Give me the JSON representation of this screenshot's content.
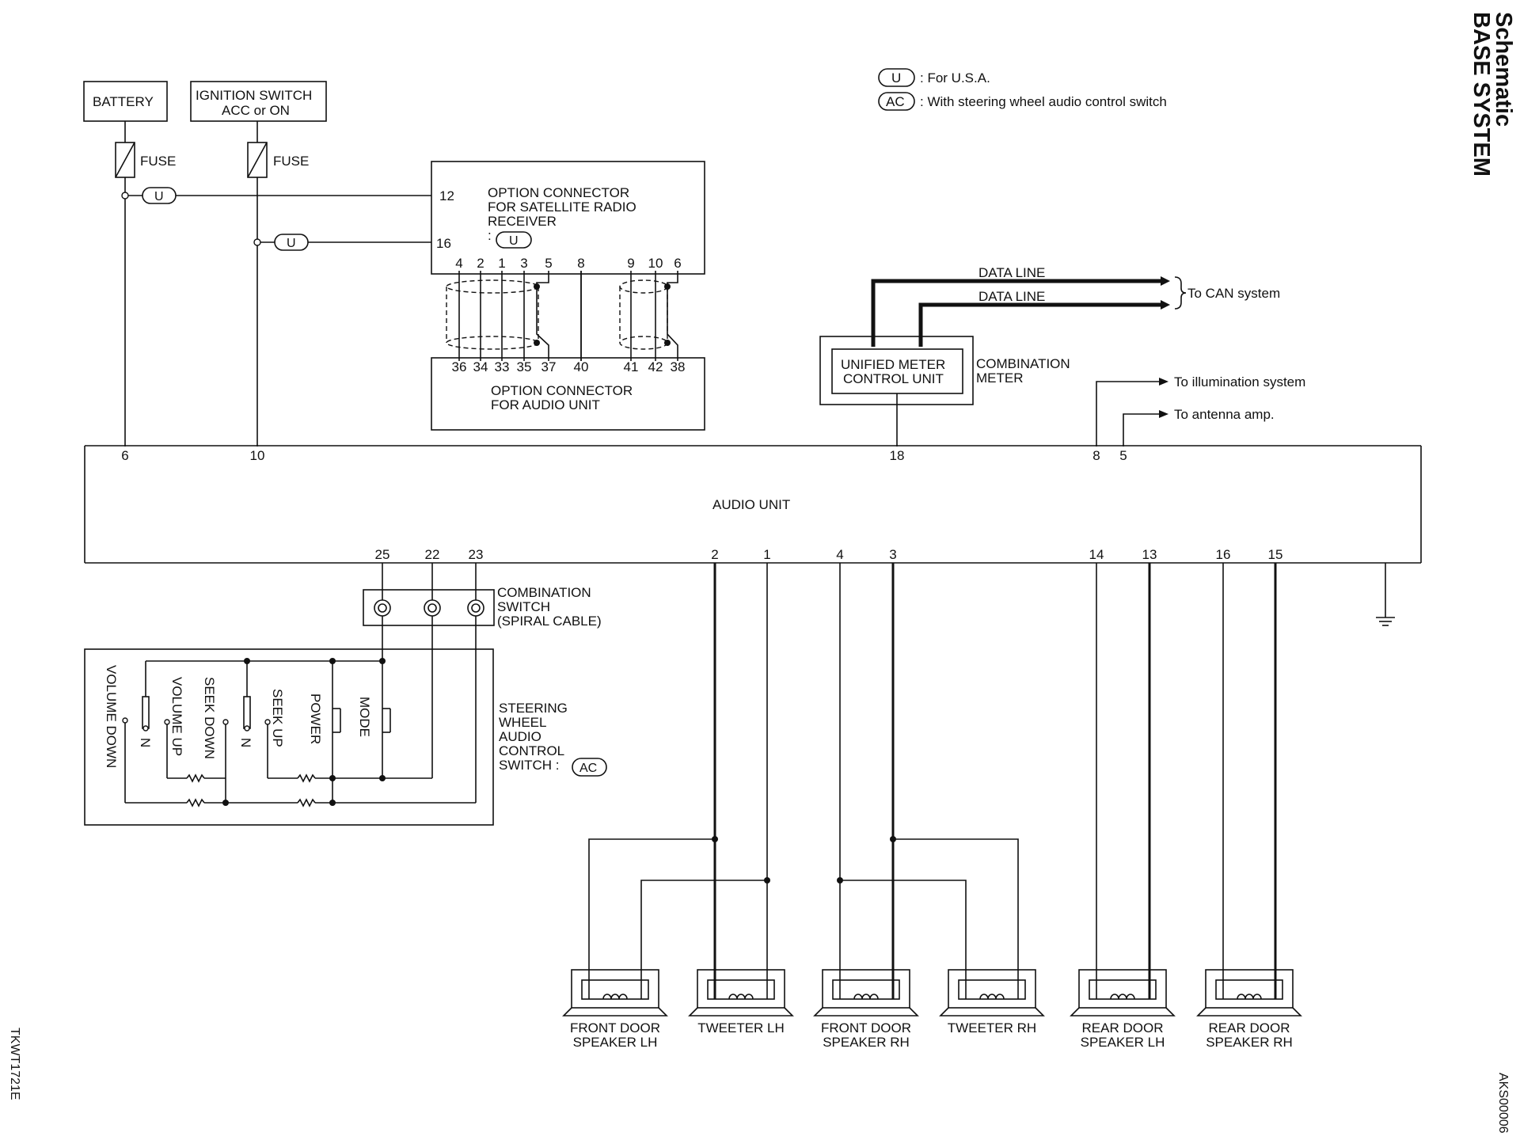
{
  "header": {
    "title_line1": "Schematic",
    "title_line2": "BASE SYSTEM"
  },
  "legend": {
    "u_badge": "U",
    "u_text": ": For U.S.A.",
    "ac_badge": "AC",
    "ac_text": ": With steering wheel audio control switch"
  },
  "power": {
    "battery": "BATTERY",
    "ignition_line1": "IGNITION SWITCH",
    "ignition_line2": "ACC or ON",
    "fuse1": "FUSE",
    "fuse2": "FUSE",
    "u1": "U",
    "u2": "U"
  },
  "sat_radio": {
    "line1": "OPTION CONNECTOR",
    "line2": "FOR SATELLITE RADIO",
    "line3": "RECEIVER",
    "colon": ":",
    "u": "U",
    "pin12": "12",
    "pin16": "16",
    "top_pins": [
      "4",
      "2",
      "1",
      "3",
      "5",
      "8",
      "9",
      "10",
      "6"
    ]
  },
  "audio_conn": {
    "line1": "OPTION CONNECTOR",
    "line2": "FOR AUDIO UNIT",
    "pins": [
      "36",
      "34",
      "33",
      "35",
      "37",
      "40",
      "41",
      "42",
      "38"
    ]
  },
  "meter": {
    "data_line1": "DATA LINE",
    "data_line2": "DATA LINE",
    "can": "To CAN system",
    "unit_line1": "UNIFIED METER",
    "unit_line2": "CONTROL UNIT",
    "comb_line1": "COMBINATION",
    "comb_line2": "METER"
  },
  "outputs": {
    "illum": "To illumination system",
    "antenna": "To antenna amp."
  },
  "audio_unit": {
    "label": "AUDIO UNIT",
    "top_pins": [
      "6",
      "10",
      "18",
      "8",
      "5"
    ],
    "bottom_pins": [
      "25",
      "22",
      "23",
      "2",
      "1",
      "4",
      "3",
      "14",
      "13",
      "16",
      "15"
    ]
  },
  "combo_switch": {
    "line1": "COMBINATION",
    "line2": "SWITCH",
    "line3": "(SPIRAL CABLE)"
  },
  "steering": {
    "line1": "STEERING",
    "line2": "WHEEL",
    "line3": "AUDIO",
    "line4": "CONTROL",
    "line5": "SWITCH :",
    "ac": "AC",
    "switches": [
      "VOLUME DOWN",
      "N",
      "VOLUME UP",
      "SEEK DOWN",
      "N",
      "SEEK UP",
      "POWER",
      "MODE"
    ]
  },
  "speakers": [
    {
      "line1": "FRONT DOOR",
      "line2": "SPEAKER LH"
    },
    {
      "line1": "TWEETER LH",
      "line2": ""
    },
    {
      "line1": "FRONT DOOR",
      "line2": "SPEAKER RH"
    },
    {
      "line1": "TWEETER RH",
      "line2": ""
    },
    {
      "line1": "REAR DOOR",
      "line2": "SPEAKER LH"
    },
    {
      "line1": "REAR DOOR",
      "line2": "SPEAKER RH"
    }
  ],
  "footer": {
    "code_left": "TKWT1721E",
    "code_right": "AKS00006"
  }
}
